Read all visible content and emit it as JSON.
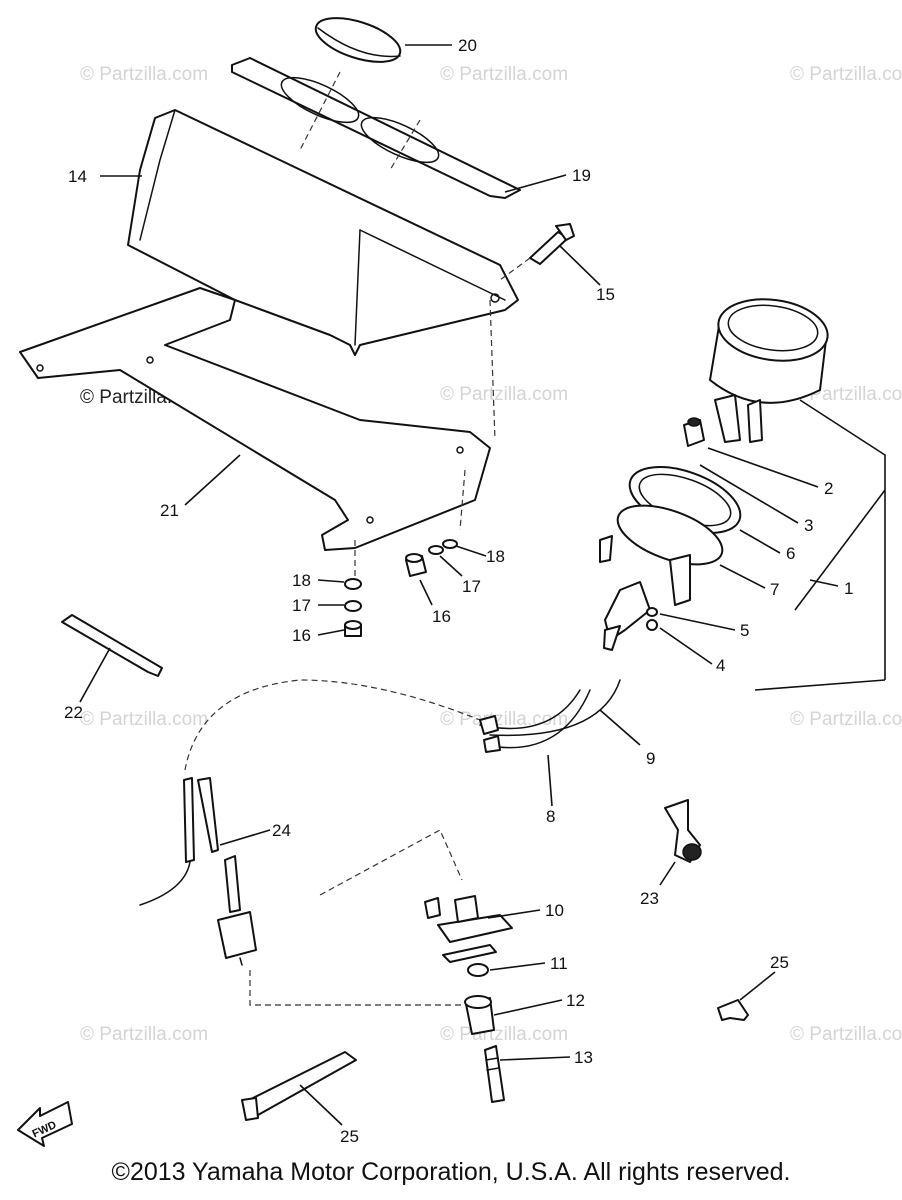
{
  "copyright": "©2013 Yamaha Motor Corporation, U.S.A. All rights reserved.",
  "watermark": "© Partzilla.com",
  "fwd_label": "FWD",
  "callouts": {
    "c1": "1",
    "c2": "2",
    "c3": "3",
    "c4": "4",
    "c5": "5",
    "c6": "6",
    "c7": "7",
    "c8": "8",
    "c9": "9",
    "c10": "10",
    "c11": "11",
    "c12": "12",
    "c13": "13",
    "c14": "14",
    "c15": "15",
    "c16a": "16",
    "c16b": "16",
    "c17a": "17",
    "c17b": "17",
    "c18a": "18",
    "c18b": "18",
    "c19": "19",
    "c20": "20",
    "c21": "21",
    "c22": "22",
    "c23": "23",
    "c24": "24",
    "c25a": "25",
    "c25b": "25"
  }
}
